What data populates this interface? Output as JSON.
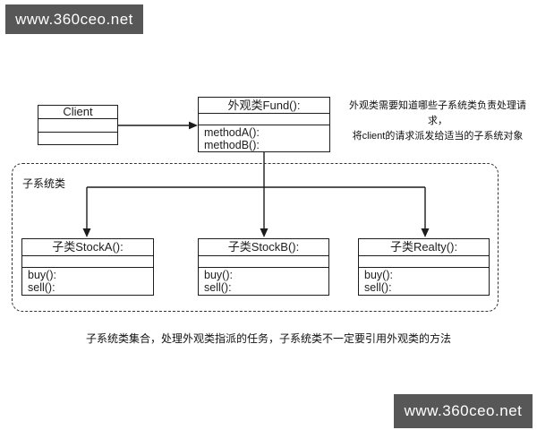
{
  "banners": {
    "top_text": "www.360ceo.net",
    "bottom_text": "www.360ceo.net",
    "bg_color": "#575757",
    "text_color": "#ffffff"
  },
  "diagram": {
    "client_class": {
      "title": "Client"
    },
    "facade_class": {
      "title": "外观类Fund():",
      "methods": [
        "methodA():",
        "methodB():"
      ]
    },
    "facade_note": {
      "line1": "外观类需要知道哪些子系统类负责处理请求，",
      "line2": "将client的请求派发给适当的子系统对象"
    },
    "subsystem_group_label": "子系统类",
    "subsystem_classes": [
      {
        "title": "子类StockA():",
        "methods": [
          "buy():",
          "sell():"
        ]
      },
      {
        "title": "子类StockB():",
        "methods": [
          "buy():",
          "sell():"
        ]
      },
      {
        "title": "子类Realty():",
        "methods": [
          "buy():",
          "sell():"
        ]
      }
    ],
    "caption": "子系统类集合，处理外观类指派的任务，子系统类不一定要引用外观类的方法",
    "line_color": "#1d1d1d"
  }
}
